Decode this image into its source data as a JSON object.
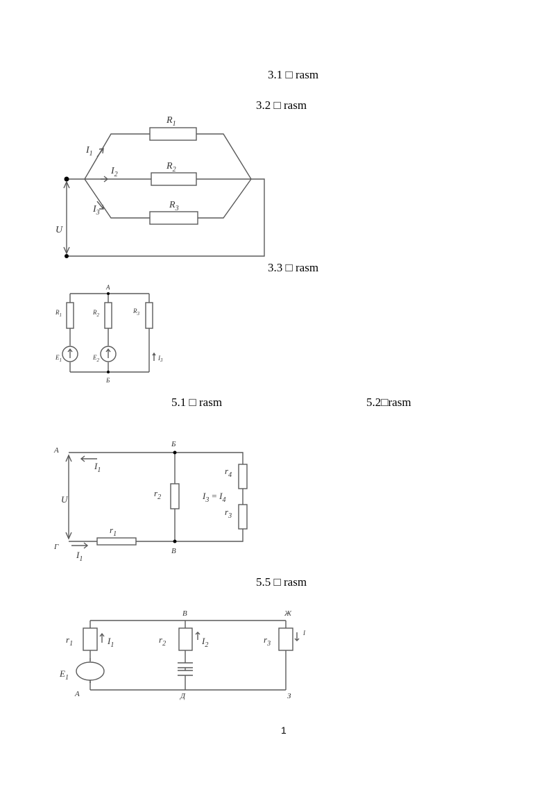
{
  "captions": {
    "c31": "3.1 □ rasm",
    "c32": "3.2 □ rasm",
    "c33": "3.3 □ rasm",
    "c51": "5.1 □ rasm",
    "c52": "5.2□rasm",
    "c55": "5.5 □ rasm"
  },
  "fig32": {
    "r1": "R",
    "r1_sub": "1",
    "r2": "R",
    "r2_sub": "2",
    "r3": "R",
    "r3_sub": "3",
    "i1": "I",
    "i1_sub": "1",
    "i2": "I",
    "i2_sub": "2",
    "i3": "I",
    "i3_sub": "3",
    "u": "U"
  },
  "fig33": {
    "node_top": "A",
    "node_bottom": "Б",
    "r1": "R",
    "r1_sub": "1",
    "r2": "R",
    "r2_sub": "2",
    "r3": "R",
    "r3_sub": "3",
    "e1": "E",
    "e1_sub": "1",
    "e2": "E",
    "e2_sub": "2",
    "i3": "I",
    "i3_sub": "3"
  },
  "fig5": {
    "node_a": "A",
    "node_b": "Б",
    "node_v": "В",
    "node_g": "Г",
    "i1_top": "I",
    "i1_top_sub": "1",
    "i1_bottom": "I",
    "i1_bottom_sub": "1",
    "u": "U",
    "r1": "r",
    "r1_sub": "1",
    "r2": "r",
    "r2_sub": "2",
    "r3": "r",
    "r3_sub": "3",
    "r4": "r",
    "r4_sub": "4",
    "eq_left": "I",
    "eq_left_sub": "3",
    "eq_sign": "=",
    "eq_right": "I",
    "eq_right_sub": "4"
  },
  "fig55": {
    "node_b": "В",
    "node_zh": "Ж",
    "node_a": "А",
    "node_d": "Д",
    "node_z": "З",
    "r1": "r",
    "r1_sub": "1",
    "r2": "r",
    "r2_sub": "2",
    "r3": "r",
    "r3_sub": "3",
    "i1": "I",
    "i1_sub": "1",
    "i2": "I",
    "i2_sub": "2",
    "i": "I",
    "e1": "E",
    "e1_sub": "1"
  },
  "page_number": "1"
}
